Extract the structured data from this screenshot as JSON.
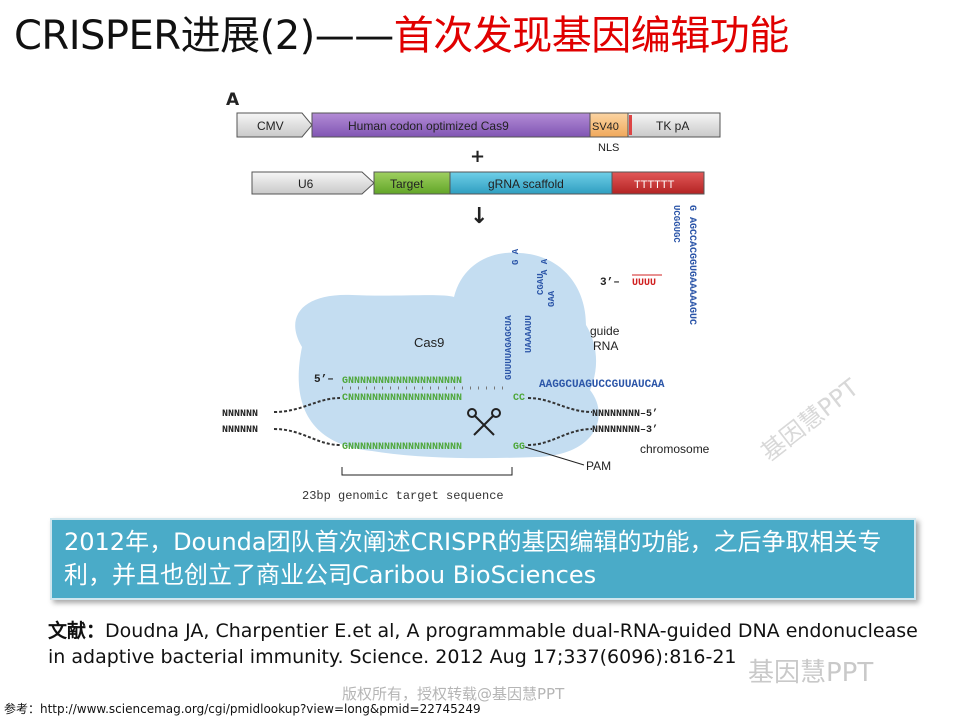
{
  "slide": {
    "title_black": "CRISPER进展(2)——",
    "title_red": "首次发现基因编辑功能"
  },
  "figure": {
    "panel": "A",
    "row1": {
      "cmv": "CMV",
      "cas9": "Human codon optimized Cas9",
      "sv40": "SV40",
      "nls": "NLS",
      "tkpa": "TK pA"
    },
    "plus": "+",
    "row2": {
      "u6": "U6",
      "target": "Target",
      "scaffold": "gRNA scaffold",
      "t": "TTTTTT"
    },
    "arrow": "↓",
    "cas9_label": "Cas9",
    "guide_label": "guide",
    "rna_label": "RNA",
    "three_prime": "3’–",
    "uuuu": "UUUU",
    "five_prime": "5’–",
    "top_seq": "GNNNNNNNNNNNNNNNNNNN",
    "mid_seq": "CNNNNNNNNNNNNNNNNNNN",
    "cc": "CC",
    "bot_seq": "GNNNNNNNNNNNNNNNNNNN",
    "gg": "GG",
    "left_upper": "3’–NNNNNNNN",
    "left_lower": "5’–NNNNNNNN",
    "right_upper": "NNNNNNNN–5’",
    "right_lower": "NNNNNNNN–3’",
    "stem1": "GUUUUAGAGCUA",
    "stem2": "UAAAAUU",
    "stem3": "CGAU",
    "gaa": "GAA",
    "ga": "G A",
    "aa": "A A",
    "rseq1": "G AGCCACGGUGAAAAAGUC",
    "rseq2": "UCGGUGC",
    "linker": "AAGGCUAGUCCGUUAUCAA",
    "pam": "PAM",
    "chromosome": "chromosome",
    "bp": "23bp genomic target sequence"
  },
  "caption": {
    "text": "2012年，Dounda团队首次阐述CRISPR的基因编辑的功能，之后争取相关专利，并且也创立了商业公司Caribou BioSciences"
  },
  "reference": {
    "label": "文献：",
    "text": "Doudna JA, Charpentier E.et al, A programmable dual-RNA-guided DNA endonuclease in adaptive bacterial immunity. Science. 2012 Aug 17;337(6096):816-21"
  },
  "footer": {
    "text": "参考：http://www.sciencemag.org/cgi/pmidlookup?view=long&pmid=22745249"
  },
  "watermark": {
    "center": "版权所有，授权转载@基因慧PPT",
    "logo": "基因慧PPT",
    "diag": "基因慧PPT"
  }
}
